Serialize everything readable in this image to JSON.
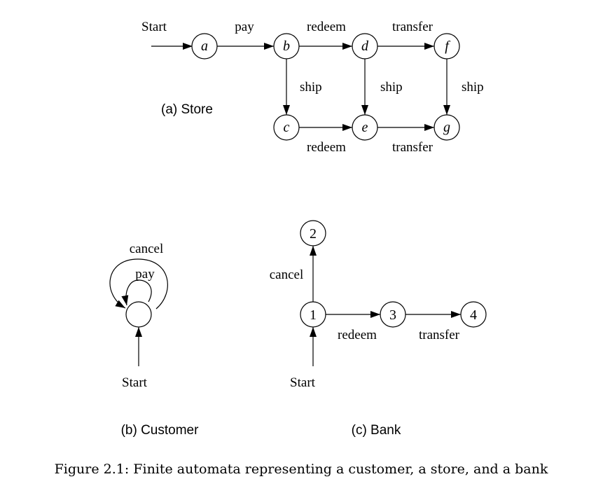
{
  "store": {
    "subcaption": "(a) Store",
    "states": {
      "a": "a",
      "b": "b",
      "c": "c",
      "d": "d",
      "e": "e",
      "f": "f",
      "g": "g"
    },
    "edges": {
      "start": "Start",
      "a_b": "pay",
      "b_d": "redeem",
      "d_f": "transfer",
      "b_c": "ship",
      "d_e": "ship",
      "f_g": "ship",
      "c_e": "redeem",
      "e_g": "transfer"
    }
  },
  "customer": {
    "subcaption": "(b) Customer",
    "loop_outer": "cancel",
    "loop_inner": "pay",
    "start": "Start"
  },
  "bank": {
    "subcaption": "(c) Bank",
    "states": {
      "s1": "1",
      "s2": "2",
      "s3": "3",
      "s4": "4"
    },
    "edges": {
      "s1_s2": "cancel",
      "s1_s3": "redeem",
      "s3_s4": "transfer",
      "start": "Start"
    }
  },
  "caption": "Figure 2.1: Finite automata representing a customer, a store, and a bank"
}
